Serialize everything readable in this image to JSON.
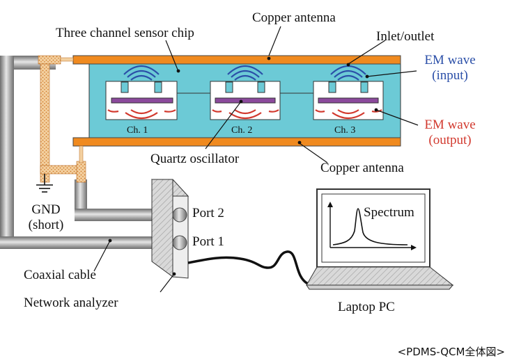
{
  "labels": {
    "copper_antenna_top": "Copper antenna",
    "sensor_chip": "Three channel sensor chip",
    "inlet_outlet": "Inlet/outlet",
    "em_wave_input_1": "EM wave",
    "em_wave_input_2": "(input)",
    "em_wave_output_1": "EM wave",
    "em_wave_output_2": "(output)",
    "quartz_oscillator": "Quartz oscillator",
    "copper_antenna_bottom": "Copper antenna",
    "gnd_1": "GND",
    "gnd_2": "(short)",
    "port_2": "Port 2",
    "port_1": "Port 1",
    "coaxial_cable": "Coaxial cable",
    "network_analyzer": "Network analyzer",
    "laptop_pc": "Laptop PC",
    "spectrum": "Spectrum"
  },
  "channels": [
    "Ch. 1",
    "Ch. 2",
    "Ch. 3"
  ],
  "caption": "<PDMS-QCM全体図>",
  "colors": {
    "copper": "#f08a1f",
    "chip": "#6ccad6",
    "quartz": "#8b4a9c",
    "wave_in": "#2b4fa8",
    "wave_out": "#d23a2f",
    "cable": "#9a9a9a"
  }
}
